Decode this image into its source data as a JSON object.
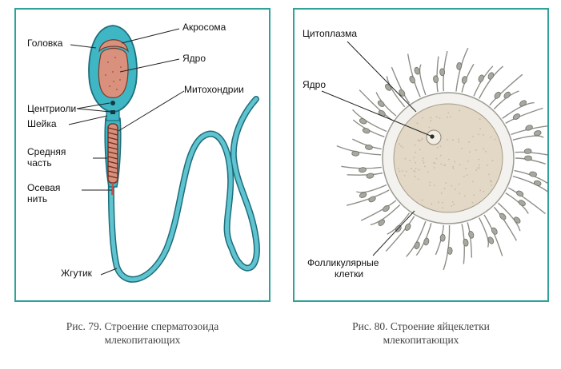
{
  "figure_left": {
    "labels": {
      "head": "Головка",
      "acrosome": "Акросома",
      "nucleus": "Ядро",
      "mitochondria": "Митохондрии",
      "centrioles": "Центриоли",
      "neck": "Шейка",
      "midpiece_line1": "Средняя",
      "midpiece_line2": "часть",
      "axial_line1": "Осевая",
      "axial_line2": "нить",
      "flagellum": "Жгутик"
    },
    "caption_line1": "Рис. 79. Строение сперматозоида",
    "caption_line2": "млекопитающих"
  },
  "figure_right": {
    "labels": {
      "cytoplasm": "Цитоплазма",
      "nucleus": "Ядро",
      "follicular_line1": "Фолликулярные",
      "follicular_line2": "клетки"
    },
    "caption_line1": "Рис. 80. Строение яйцеклетки",
    "caption_line2": "млекопитающих"
  },
  "colors": {
    "frame": "#2fa39a",
    "sperm_body": "#3fb6c4",
    "sperm_outline": "#1d6d7a",
    "nucleus_fill": "#d9907c",
    "egg_cytoplasm": "#e3d8c6",
    "zona": "#f4f2ee",
    "follicle_cells": "#8e8e88"
  }
}
